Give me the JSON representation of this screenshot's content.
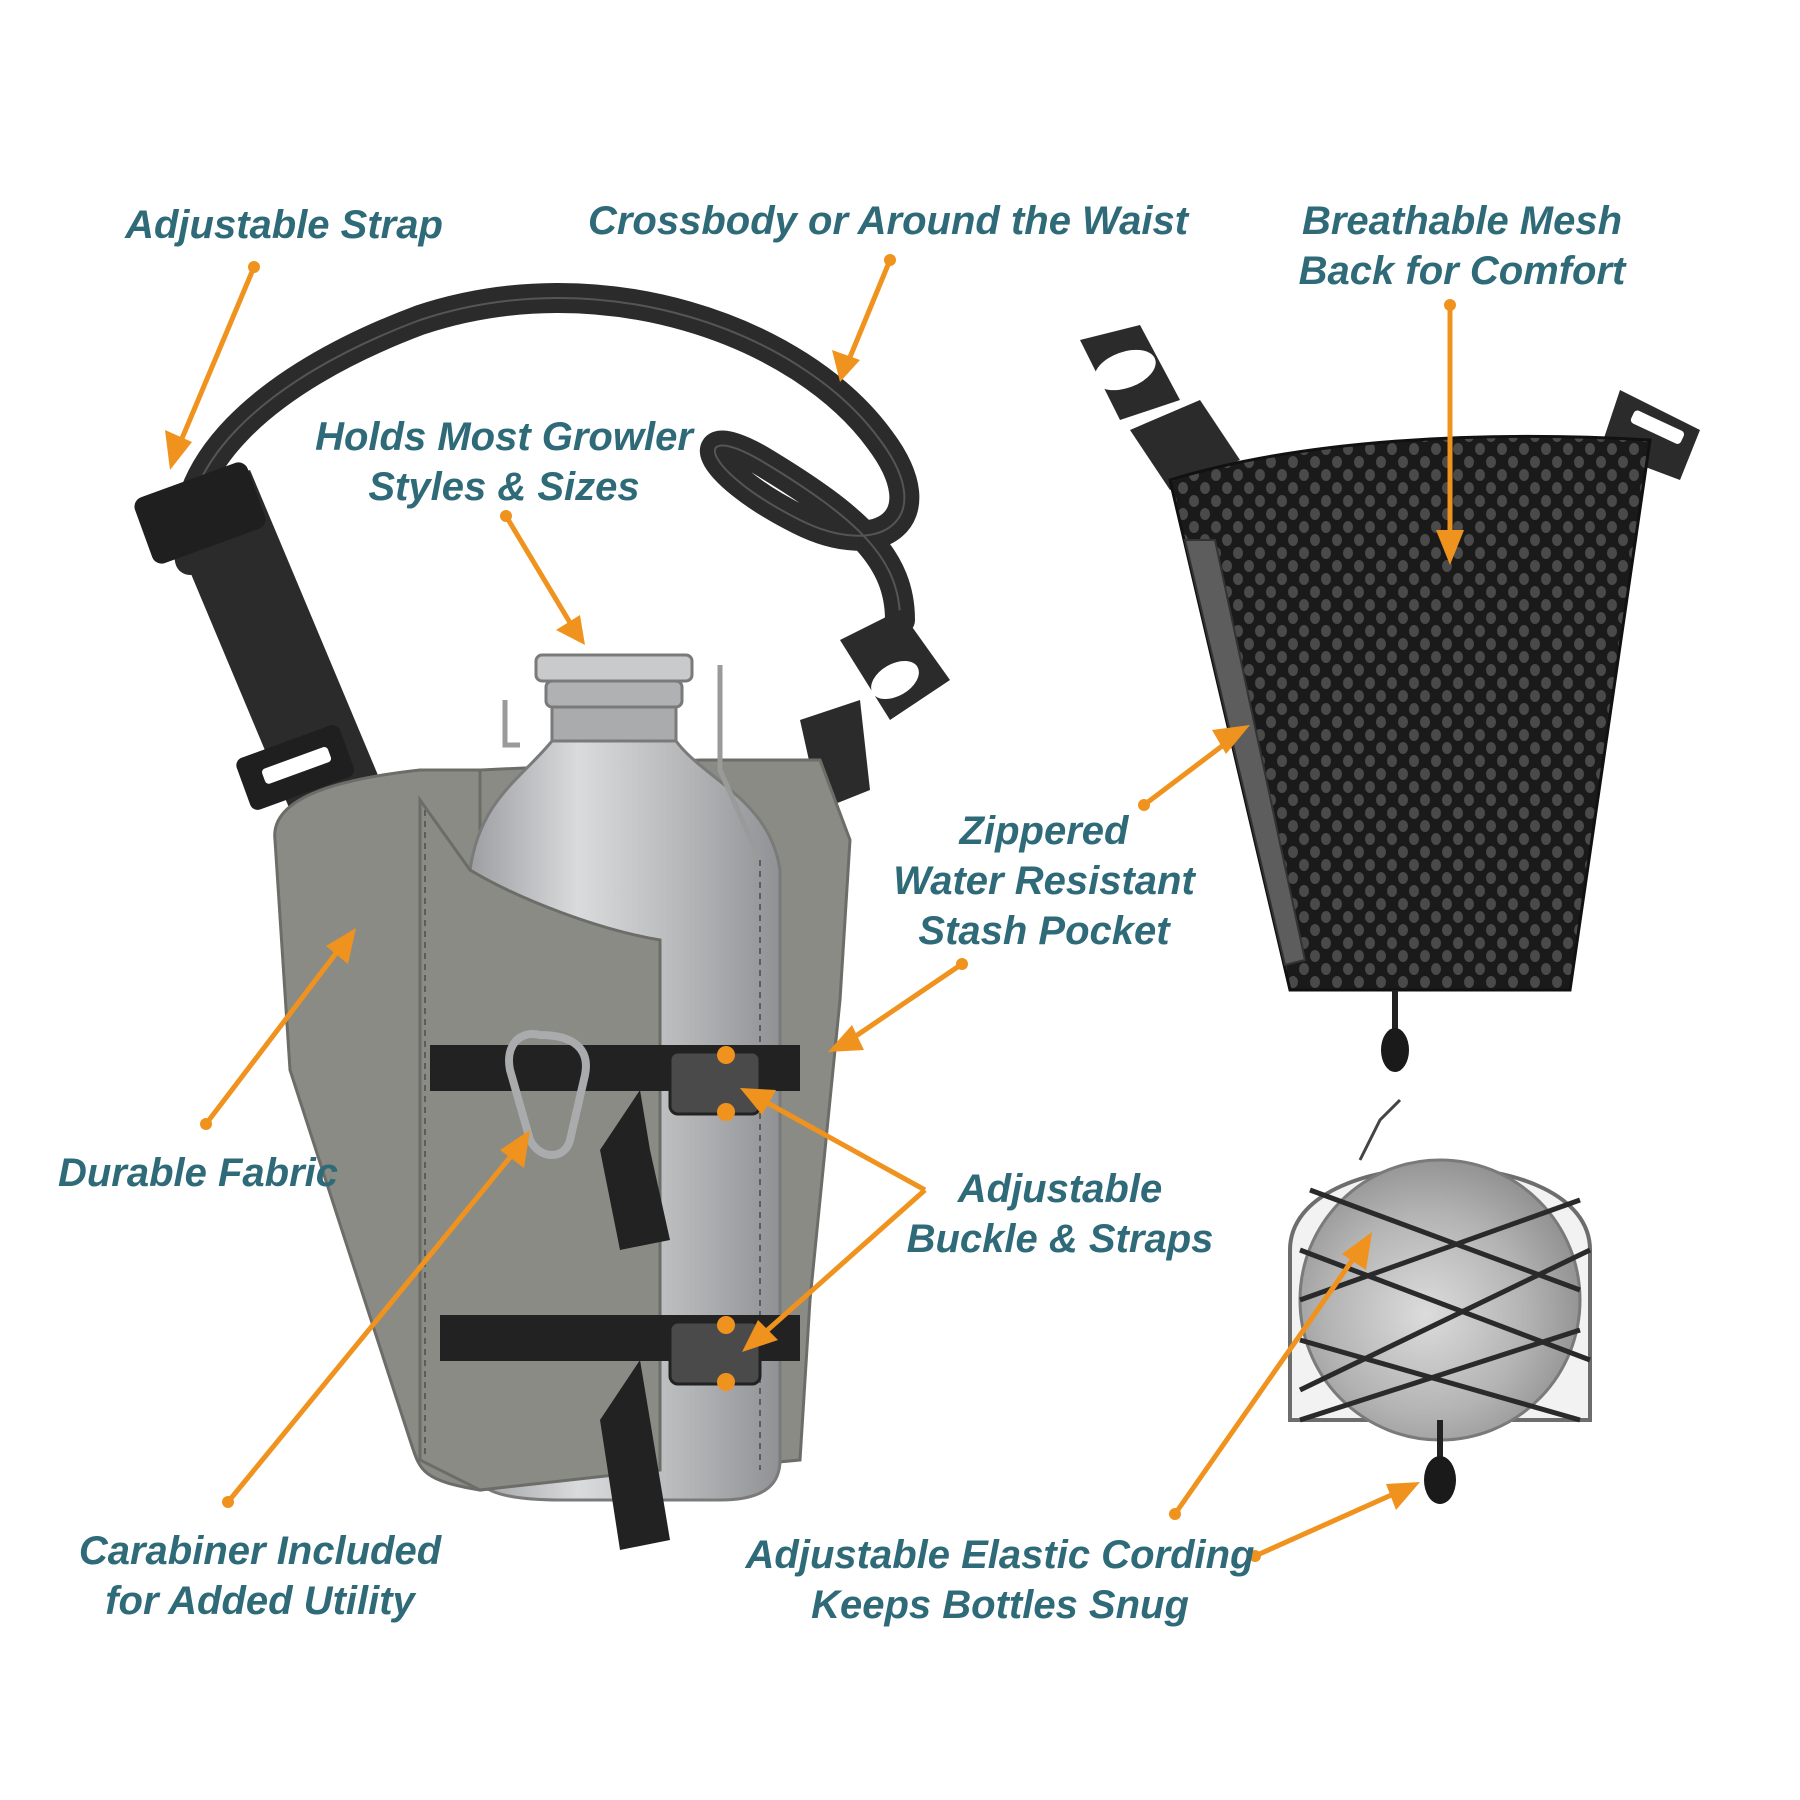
{
  "labels": {
    "adjustable_strap": "Adjustable Strap",
    "crossbody": "Crossbody or Around the Waist",
    "breathable_mesh": [
      "Breathable Mesh",
      "Back for Comfort"
    ],
    "holds_growler": [
      "Holds Most Growler",
      "Styles & Sizes"
    ],
    "zippered_pocket": [
      "Zippered",
      "Water Resistant",
      "Stash Pocket"
    ],
    "durable_fabric": "Durable Fabric",
    "adjustable_buckle": [
      "Adjustable",
      "Buckle & Straps"
    ],
    "carabiner": [
      "Carabiner Included",
      "for Added Utility"
    ],
    "elastic_cording": [
      "Adjustable Elastic Cording",
      "Keeps Bottles Snug"
    ]
  },
  "colors": {
    "label_text": "#2f6a78",
    "arrow": "#f0931e",
    "strap": "#2b2b2b",
    "fabric": "#8b8b86",
    "bottle": "#b9bbbd",
    "mesh": "#1c1c1c"
  }
}
